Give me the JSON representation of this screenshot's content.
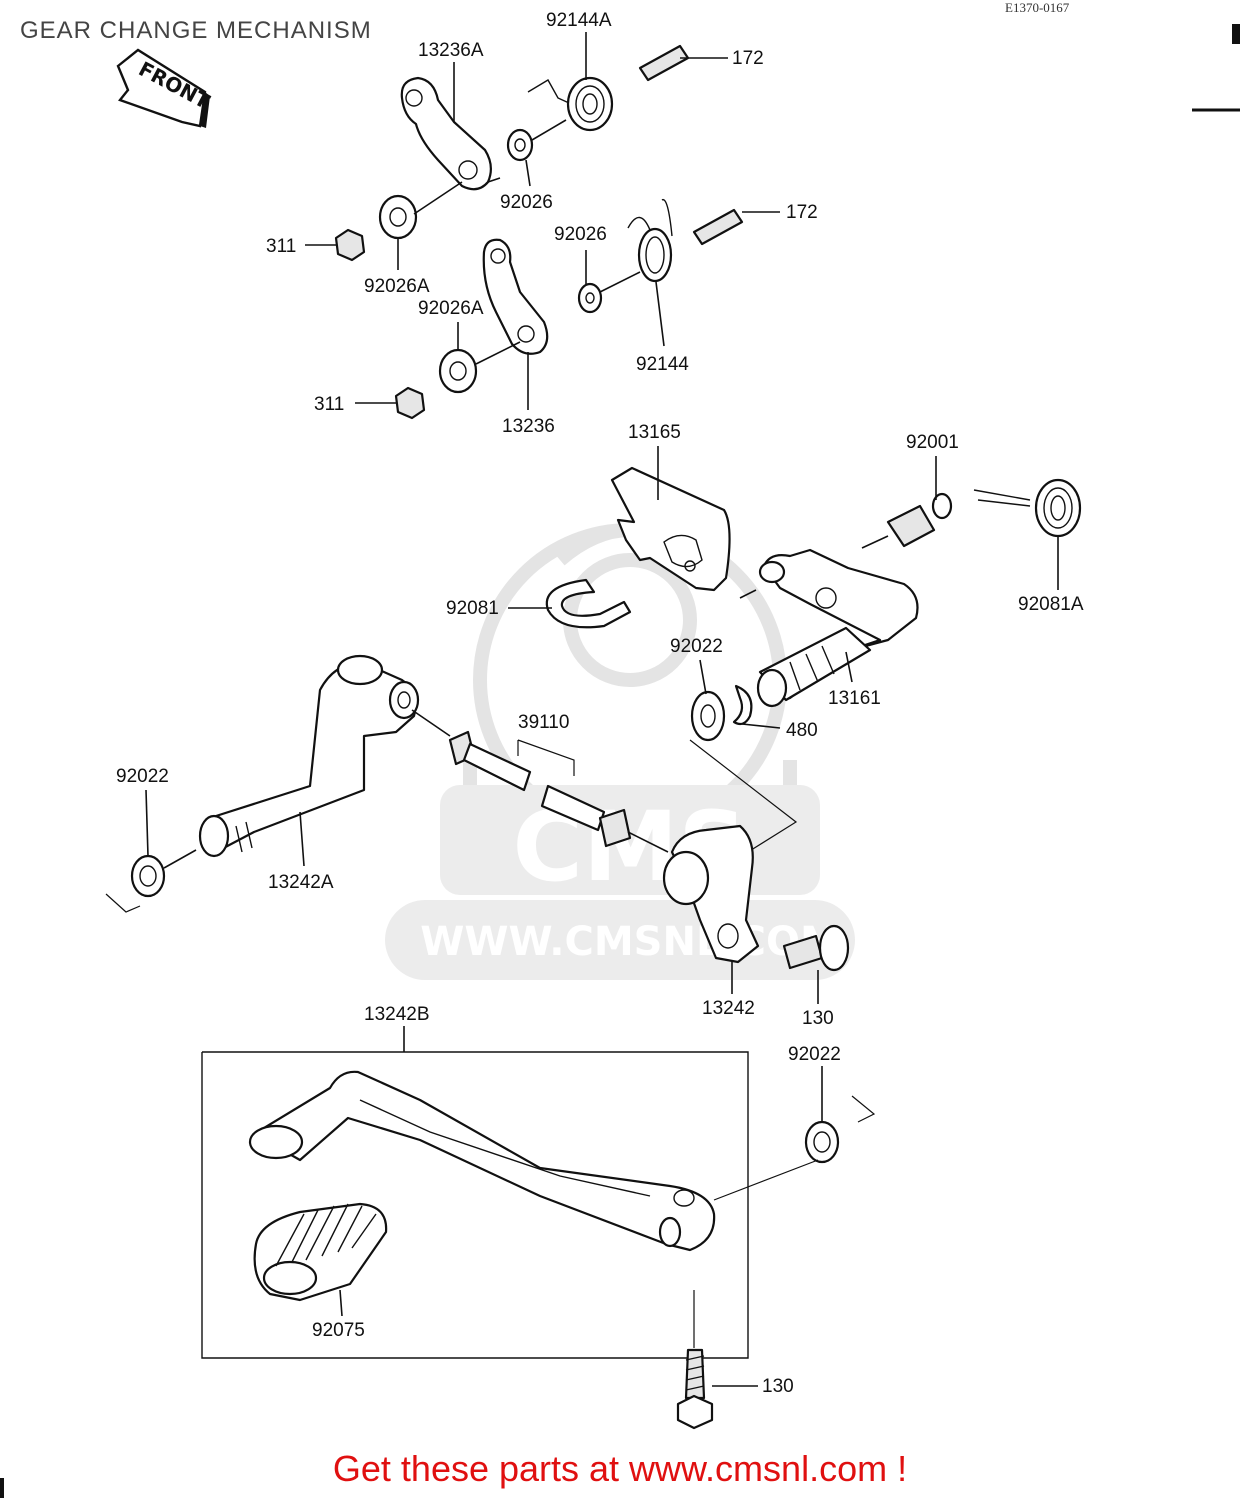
{
  "title": "GEAR CHANGE MECHANISM",
  "drawing_code": "E1370-0167",
  "front_label": "FRONT",
  "watermark": {
    "brand": "CMS",
    "url": "WWW.CMSNL.COM"
  },
  "call_to_action": "Get these parts at www.cmsnl.com !",
  "callouts": {
    "p13236A": "13236A",
    "p92144A": "92144A",
    "p172_top": "172",
    "p92026_top": "92026",
    "p311_top": "311",
    "p92026A_top": "92026A",
    "p172_mid": "172",
    "p92026_mid": "92026",
    "p92026A_mid": "92026A",
    "p92144": "92144",
    "p311_mid": "311",
    "p13236": "13236",
    "p13165": "13165",
    "p92001": "92001",
    "p92081A": "92081A",
    "p92081": "92081",
    "p92022_mid": "92022",
    "p13161": "13161",
    "p480": "480",
    "p39110": "39110",
    "p92022_left": "92022",
    "p13242A": "13242A",
    "p13242": "13242",
    "p130_mid": "130",
    "p13242B": "13242B",
    "p92022_right": "92022",
    "p92075": "92075",
    "p130_bottom": "130"
  }
}
